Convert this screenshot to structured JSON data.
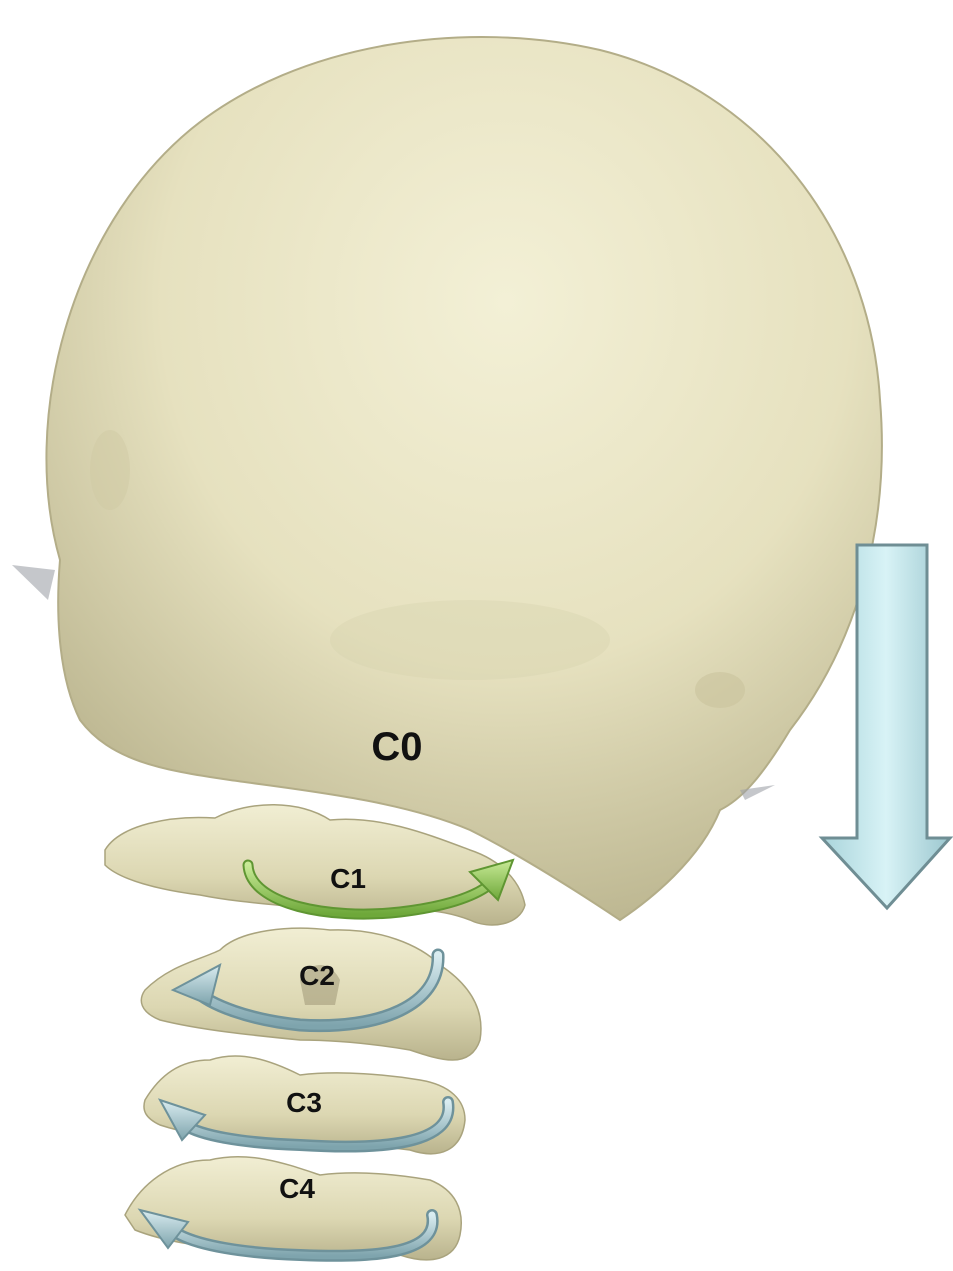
{
  "labels": {
    "c0": "C0",
    "c1": "C1",
    "c2": "C2",
    "c3": "C3",
    "c4": "C4"
  },
  "colors": {
    "bone": "#e8e4c4",
    "bone_shadow": "#b9b48f",
    "c1_arrow": "#8fc64f",
    "rotation_arrow": "#8fb3bc",
    "down_arrow": "#c6ebef"
  },
  "icons": {
    "skull": "skull-illustration",
    "c1_rotation": "curved-arrow-right-icon",
    "lower_rotation": "curved-arrow-left-icon",
    "direction": "down-arrow-icon"
  }
}
